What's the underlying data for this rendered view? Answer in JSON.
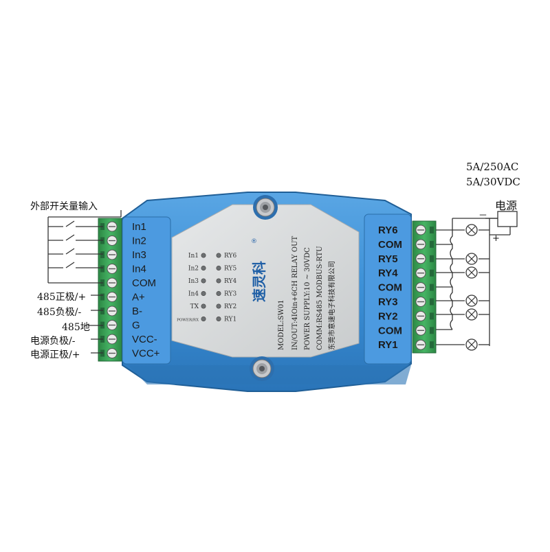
{
  "left_labels": {
    "switch_input": "外部开关量输入",
    "rs485_pos": "485正极/+",
    "rs485_neg": "485负极/-",
    "rs485_gnd": "485地",
    "power_neg": "电源负极/-",
    "power_pos": "电源正极/+"
  },
  "left_terminals": [
    "In1",
    "In2",
    "In3",
    "In4",
    "COM",
    "A+",
    "B-",
    "G",
    "VCC-",
    "VCC+"
  ],
  "right_terminals": [
    "RY6",
    "COM",
    "RY5",
    "RY4",
    "COM",
    "RY3",
    "RY2",
    "COM",
    "RY1"
  ],
  "leds_left": [
    "In1",
    "In2",
    "In3",
    "In4",
    "TX",
    "POWER/RX"
  ],
  "leds_right": [
    "RY6",
    "RY5",
    "RY4",
    "RY3",
    "RY2",
    "RY1"
  ],
  "brand": "速灵科",
  "registered_mark": "®",
  "specs": {
    "model": "MODEL:SW01",
    "io": "IN/OUT:4IOin+6CH RELAY OUT",
    "power": "POWER SUPPLY:10 ~ 30VDC",
    "comm": "COMM:RS485 MODBUS-RTU",
    "company": "东莞市意速电子科技有限公司"
  },
  "relay_rating": {
    "ac": "5A/250AC",
    "dc": "5A/30VDC"
  },
  "power_source": {
    "label": "电源",
    "minus": "－",
    "plus": "+"
  },
  "colors": {
    "housing": "#3b8fd6",
    "housing_dark": "#2a74b8",
    "panel": "#d8dadb",
    "terminal_green": "#3aa457",
    "terminal_dark": "#2c8744",
    "wire": "#333333"
  }
}
